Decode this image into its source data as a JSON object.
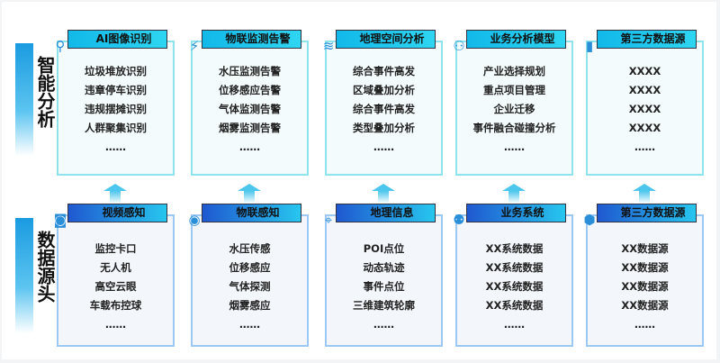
{
  "sections": {
    "top_label": "智能分析",
    "bottom_label": "数据源头"
  },
  "top": [
    {
      "title": "AI图像识别",
      "icon": "person-search-icon",
      "items": [
        "垃圾堆放识别",
        "违章停车识别",
        "违规摆摊识别",
        "人群聚集识别",
        "……"
      ]
    },
    {
      "title": "物联监测告警",
      "icon": "alarm-bell-icon",
      "items": [
        "水压监测告警",
        "位移感应告警",
        "气体监测告警",
        "烟雾监测告警",
        "……"
      ]
    },
    {
      "title": "地理空间分析",
      "icon": "layers-icon",
      "items": [
        "综合事件高发",
        "区域叠加分析",
        "综合事件高发",
        "类型叠加分析",
        "……"
      ]
    },
    {
      "title": "业务分析模型",
      "icon": "network-icon",
      "items": [
        "产业选择规划",
        "重点项目管理",
        "企业迁移",
        "事件融合碰撞分析",
        "……"
      ]
    },
    {
      "title": "第三方数据源",
      "icon": "bar-chart-icon",
      "items": [
        "XXXX",
        "XXXX",
        "XXXX",
        "XXXX",
        "……"
      ]
    }
  ],
  "bottom": [
    {
      "title": "视频感知",
      "icon": "camera-icon",
      "items": [
        "监控卡口",
        "无人机",
        "高空云眼",
        "车载布控球",
        "……"
      ]
    },
    {
      "title": "物联感知",
      "icon": "signal-icon",
      "items": [
        "水压传感",
        "位移感应",
        "气体探测",
        "烟雾感应",
        "……"
      ]
    },
    {
      "title": "地理信息",
      "icon": "map-pin-icon",
      "items": [
        "POI点位",
        "动态轨迹",
        "事件点位",
        "三维建筑轮廓",
        "……"
      ]
    },
    {
      "title": "业务系统",
      "icon": "people-icon",
      "items": [
        "XX系统数据",
        "XX系统数据",
        "XX系统数据",
        "XX系统数据",
        "……"
      ]
    },
    {
      "title": "第三方数据源",
      "icon": "hexagons-icon",
      "items": [
        "XX数据源",
        "XX数据源",
        "XX数据源",
        "XX数据源",
        "……"
      ]
    }
  ]
}
